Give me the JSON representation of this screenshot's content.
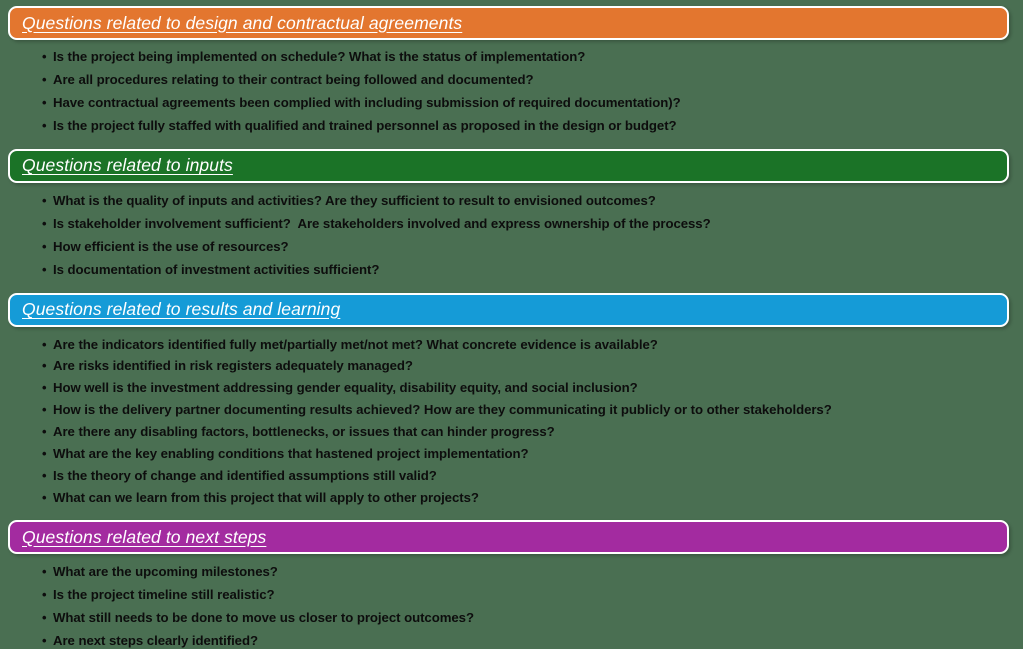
{
  "background_color": "#4a6f52",
  "text_color": "#0d0d0d",
  "bullet_glyph": "•",
  "sections": [
    {
      "id": "design-and-contractual-agreements",
      "title": "Questions related to design and contractual agreements",
      "banner_color": "#e3762f",
      "bullets": [
        "Is the project being implemented on schedule? What is the status of implementation?",
        "Are all procedures relating to their contract being followed and documented?",
        "Have contractual agreements been complied with including submission of required documentation)?",
        "Is the project fully staffed with qualified and trained personnel as proposed in the design or budget?"
      ]
    },
    {
      "id": "inputs",
      "title": "Questions related to inputs",
      "banner_color": "#1b7327",
      "bullets": [
        "What is the quality of inputs and activities? Are they sufficient to result to envisioned outcomes?",
        "Is stakeholder involvement sufficient?  Are stakeholders involved and express ownership of the process?",
        "How efficient is the use of resources?",
        "Is documentation of investment activities sufficient?"
      ]
    },
    {
      "id": "results-and-learning",
      "title": "Questions related to results and learning",
      "banner_color": "#159bd7",
      "bullets": [
        "Are the indicators identified fully met/partially met/not met? What concrete evidence is available?",
        "Are risks identified in risk registers adequately managed?",
        "How well is the investment addressing gender equality, disability equity, and social inclusion?",
        "How is the delivery partner documenting results achieved? How are they communicating it publicly or to other stakeholders?",
        "Are there any disabling factors, bottlenecks, or issues that can hinder progress?",
        "What are the key enabling conditions that hastened project implementation?",
        "Is the theory of change and identified assumptions still valid?",
        "What can we learn from this project that will apply to other projects?"
      ]
    },
    {
      "id": "next-steps",
      "title": "Questions related to next steps",
      "banner_color": "#a32ba0",
      "bullets": [
        "What are the upcoming milestones?",
        "Is the project timeline still realistic?",
        "What still needs to be done to move us closer to project outcomes?",
        "Are next steps clearly identified?"
      ]
    }
  ]
}
